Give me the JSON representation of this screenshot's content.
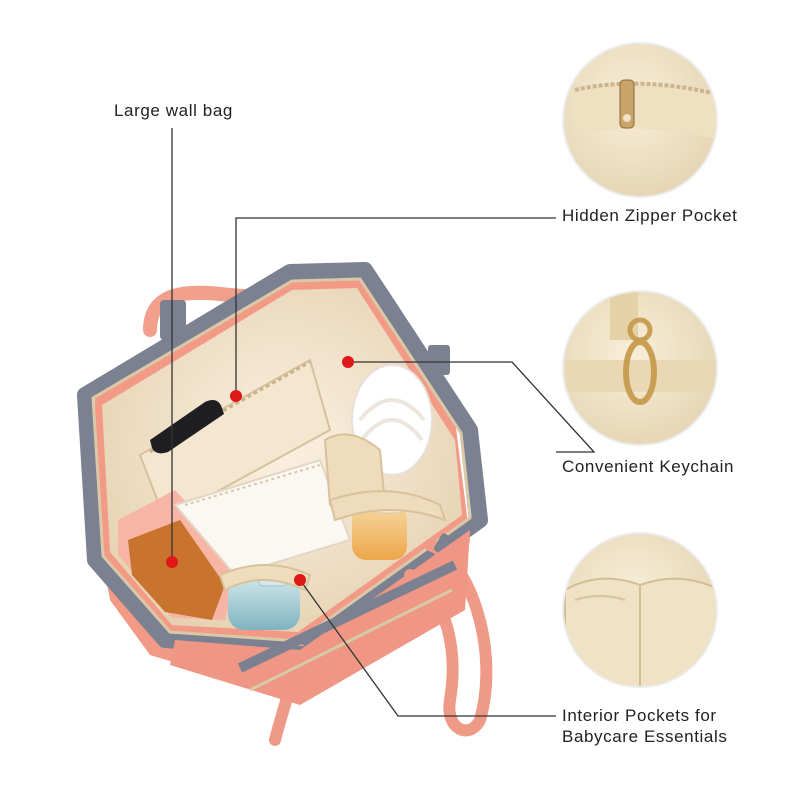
{
  "callouts": {
    "large_wall_bag": "Large wall bag",
    "hidden_zipper_pocket": "Hidden Zipper Pocket",
    "convenient_keychain": "Convenient Keychain",
    "interior_pockets_line1": "Interior Pockets for",
    "interior_pockets_line2": "Babycare Essentials"
  },
  "colors": {
    "bag_pink": "#f29a86",
    "bag_grey": "#7b8190",
    "lining_beige": "#f1e2c8",
    "marker_red": "#e01818",
    "leader_line": "#333333"
  }
}
